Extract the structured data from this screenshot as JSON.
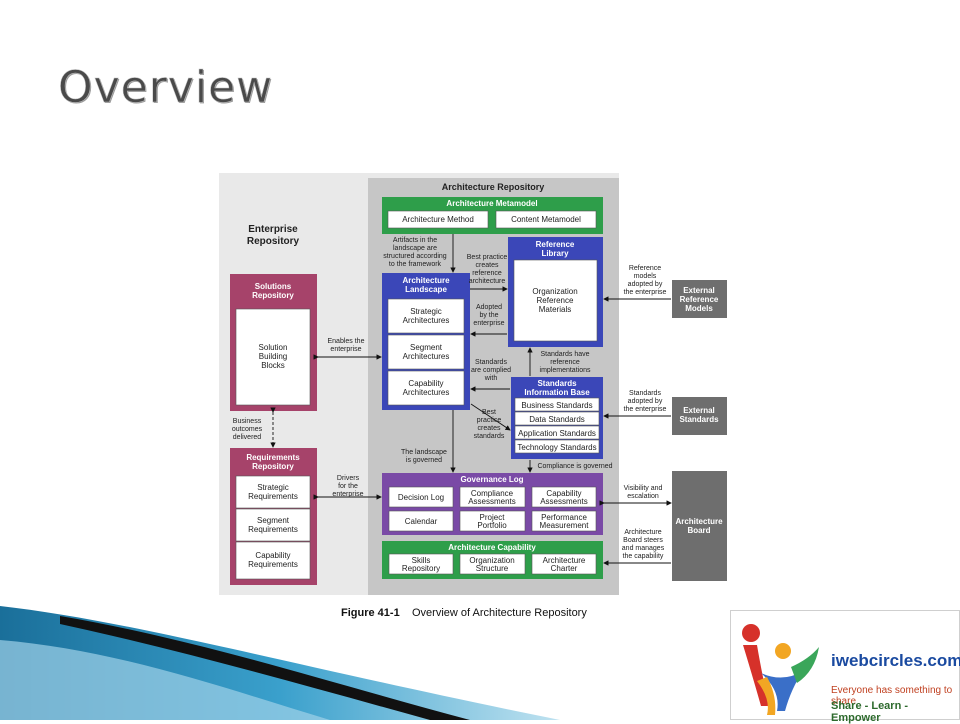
{
  "slide": {
    "title": "Overview"
  },
  "figure": {
    "caption_label": "Figure 41-1",
    "caption_text": "Overview of Architecture Repository",
    "enterprise_repository": [
      "Enterprise",
      "Repository"
    ],
    "architecture_repository": "Architecture Repository",
    "metamodel": {
      "title": "Architecture Metamodel",
      "items": [
        "Architecture Method",
        "Content Metamodel"
      ]
    },
    "landscape": {
      "title": [
        "Architecture",
        "Landscape"
      ],
      "items": [
        [
          "Strategic",
          "Architectures"
        ],
        [
          "Segment",
          "Architectures"
        ],
        [
          "Capability",
          "Architectures"
        ]
      ]
    },
    "reference_library": {
      "title": [
        "Reference",
        "Library"
      ],
      "content": [
        "Organization",
        "Reference",
        "Materials"
      ]
    },
    "standards_base": {
      "title": [
        "Standards",
        "Information Base"
      ],
      "items": [
        "Business Standards",
        "Data Standards",
        "Application Standards",
        "Technology Standards"
      ]
    },
    "solutions_repository": {
      "title": [
        "Solutions",
        "Repository"
      ],
      "content": [
        "Solution",
        "Building",
        "Blocks"
      ]
    },
    "requirements_repository": {
      "title": [
        "Requirements",
        "Repository"
      ],
      "items": [
        [
          "Strategic",
          "Requirements"
        ],
        [
          "Segment",
          "Requirements"
        ],
        [
          "Capability",
          "Requirements"
        ]
      ]
    },
    "governance_log": {
      "title": "Governance Log",
      "items": [
        [
          "Decision Log"
        ],
        [
          "Compliance",
          "Assessments"
        ],
        [
          "Capability",
          "Assessments"
        ],
        [
          "Calendar"
        ],
        [
          "Project",
          "Portfolio"
        ],
        [
          "Performance",
          "Measurement"
        ]
      ]
    },
    "capability": {
      "title": "Architecture Capability",
      "items": [
        [
          "Skills",
          "Repository"
        ],
        [
          "Organization",
          "Structure"
        ],
        [
          "Architecture",
          "Charter"
        ]
      ]
    },
    "external": {
      "reference_models": [
        "External",
        "Reference",
        "Models"
      ],
      "standards": [
        "External",
        "Standards"
      ],
      "board": [
        "Architecture",
        "Board"
      ]
    },
    "annotations": {
      "artifacts": [
        "Artifacts in the",
        "landscape are",
        "structured according",
        "to the framework"
      ],
      "best_practice_ref": [
        "Best practice",
        "creates",
        "reference",
        "architecture"
      ],
      "adopted": [
        "Adopted",
        "by the",
        "enterprise"
      ],
      "standards_complied": [
        "Standards",
        "are complied",
        "with"
      ],
      "standards_have_ref": [
        "Standards have",
        "reference",
        "implementations"
      ],
      "best_practice_std": [
        "Best",
        "practice",
        "creates",
        "standards"
      ],
      "landscape_governed": [
        "The landscape",
        "is governed"
      ],
      "compliance_governed": "Compliance is governed",
      "enables": [
        "Enables the",
        "enterprise"
      ],
      "business_outcomes": [
        "Business",
        "outcomes",
        "delivered"
      ],
      "drivers": [
        "Drivers",
        "for the",
        "enterprise"
      ],
      "ref_models_adopted": [
        "Reference",
        "models",
        "adopted by",
        "the enterprise"
      ],
      "standards_adopted": [
        "Standards",
        "adopted by",
        "the enterprise"
      ],
      "visibility": [
        "Visibility and",
        "escalation"
      ],
      "board_steers": [
        "Architecture",
        "Board steers",
        "and manages",
        "the capability"
      ]
    }
  },
  "logo": {
    "name": "iwebcircles.com",
    "tagline": "Everyone has something to share",
    "slogan": "Share - Learn - Empower"
  },
  "colors": {
    "green": "#2e9e4a",
    "blue": "#3b47b8",
    "magenta": "#a6436a",
    "purple": "#7a4aa6",
    "external": "#6e6e6e",
    "title_text": "#4a4a4a"
  }
}
